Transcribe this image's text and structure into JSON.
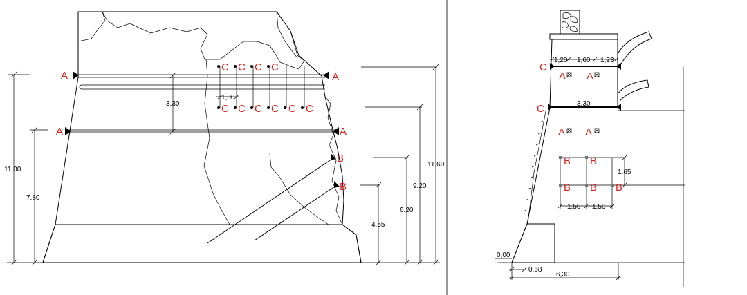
{
  "elevation": {
    "markers": {
      "a_left_top": "A",
      "a_right_top": "A",
      "a_left_mid": "A",
      "a_right_mid": "A",
      "b_upper": "B",
      "b_lower": "B",
      "c_top": [
        "C",
        "C",
        "C",
        "C"
      ],
      "c_bottom": [
        "C",
        "C",
        "C",
        "C",
        "C",
        "C"
      ]
    },
    "dimensions": {
      "d_11_00": "11.00",
      "d_7_80": "7.80",
      "d_3_30": "3,30",
      "d_1_00": "1,00",
      "d_11_60": "11,60",
      "d_9_20": "9.20",
      "d_6_20": "6.20",
      "d_4_55": "4,55"
    }
  },
  "section": {
    "markers": {
      "c_upper": "C",
      "c_lower": "C",
      "a_upper": [
        "A",
        "A"
      ],
      "a_lower": [
        "A",
        "A"
      ],
      "b_upper": [
        "B",
        "B"
      ],
      "b_lower": [
        "B",
        "B",
        "B"
      ]
    },
    "dimensions": {
      "d_1_20": "1,20",
      "d_1_60": "1,60",
      "d_1_23": "1,23",
      "d_3_30": "3,30",
      "d_1_65": "1.65",
      "d_1_50a": "1,50",
      "d_1_50b": "1,50",
      "d_0_00": "0,00",
      "d_0_68": "0,68",
      "d_6_30": "6,30"
    }
  },
  "colors": {
    "marker": "#e0201c",
    "line": "#000000"
  }
}
